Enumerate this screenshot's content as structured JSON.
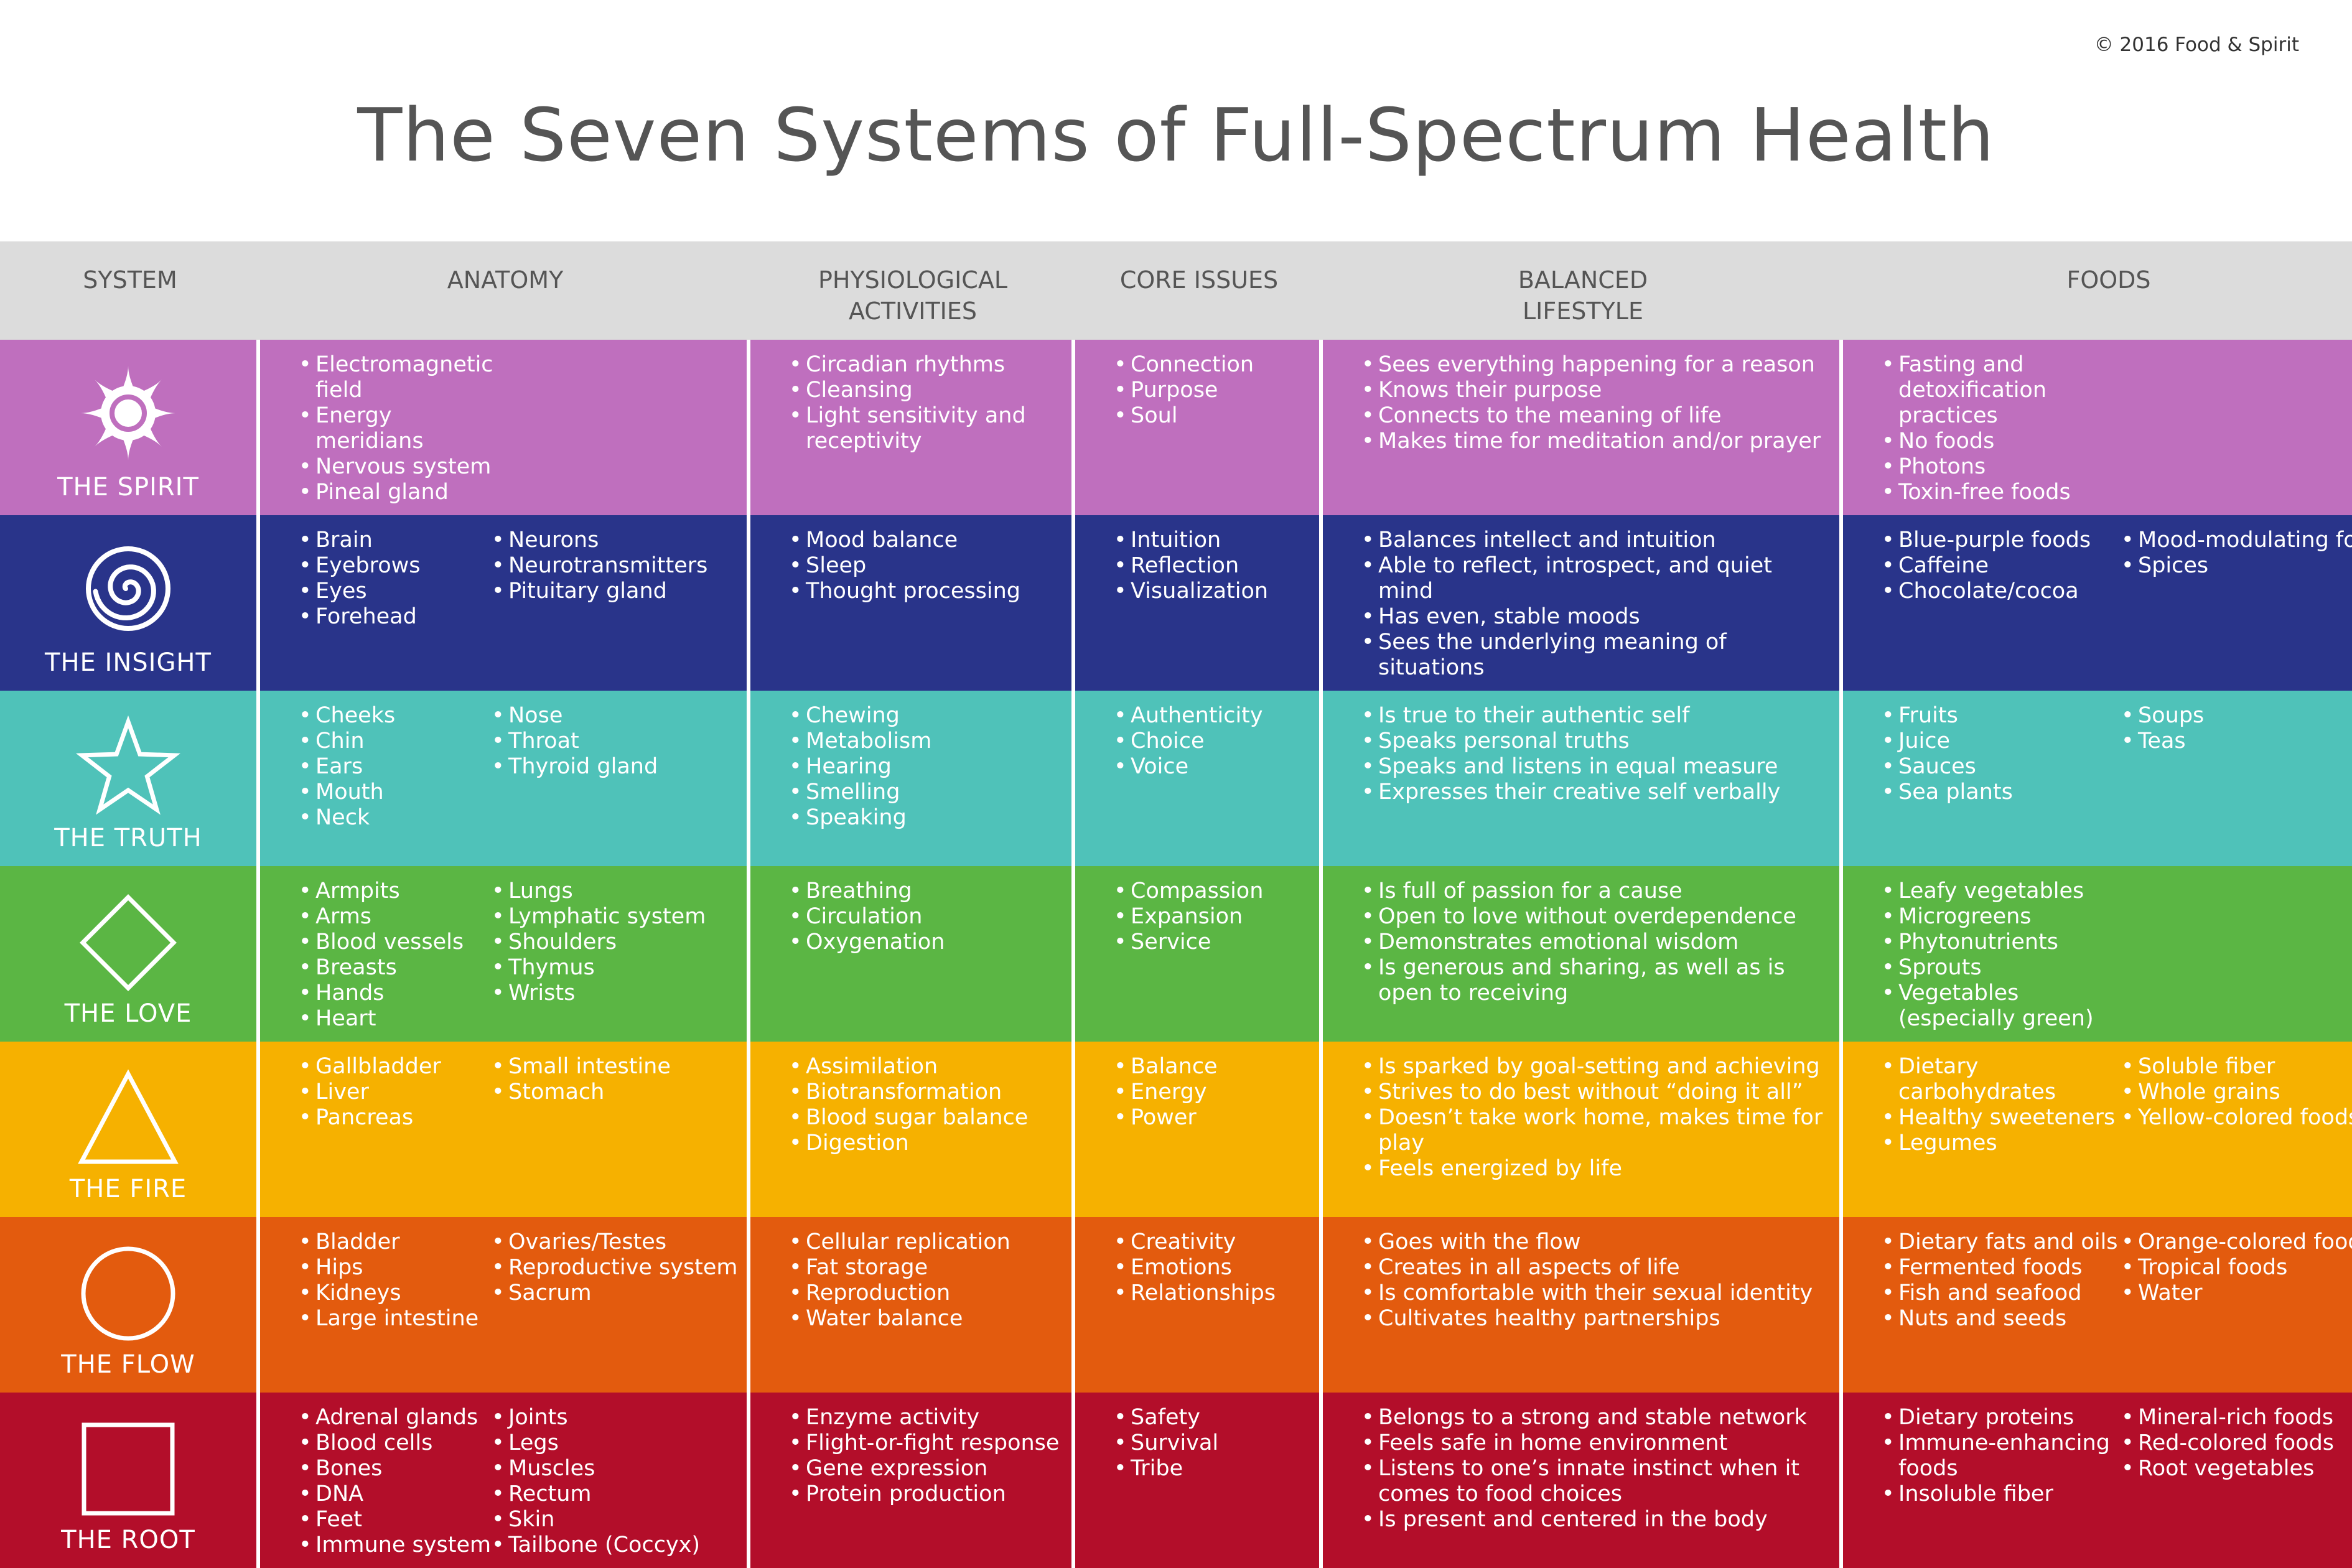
{
  "copyright": "© 2016 Food & Spirit",
  "title": "The Seven Systems of Full-Spectrum Health",
  "headers": [
    "SYSTEM",
    "ANATOMY",
    "PHYSIOLOGICAL\nACTIVITIES",
    "CORE ISSUES",
    "BALANCED\nLIFESTYLE",
    "FOODS"
  ],
  "rows": [
    {
      "name": "THE SPIRIT",
      "icon": "sun-icon",
      "color": "#bf6fbe",
      "anatomy": [
        [
          "Electromagnetic field",
          "Energy meridians",
          "Nervous system",
          "Pineal gland"
        ]
      ],
      "physiological": [
        "Circadian rhythms",
        "Cleansing",
        "Light sensitivity and receptivity"
      ],
      "core": [
        "Connection",
        "Purpose",
        "Soul"
      ],
      "lifestyle": [
        "Sees everything happening for a reason",
        "Knows their purpose",
        "Connects to the meaning of life",
        "Makes time for meditation and/or prayer"
      ],
      "foods": [
        [
          "Fasting and detoxification practices",
          "No foods",
          "Photons",
          "Toxin-free foods"
        ]
      ]
    },
    {
      "name": "THE INSIGHT",
      "icon": "spiral-icon",
      "color": "#29348a",
      "anatomy": [
        [
          "Brain",
          "Eyebrows",
          "Eyes",
          "Forehead"
        ],
        [
          "Neurons",
          "Neurotransmitters",
          "Pituitary gland"
        ]
      ],
      "physiological": [
        "Mood balance",
        "Sleep",
        "Thought processing"
      ],
      "core": [
        "Intuition",
        "Reflection",
        "Visualization"
      ],
      "lifestyle": [
        "Balances intellect and intuition",
        "Able to reflect, introspect, and quiet mind",
        "Has even, stable moods",
        "Sees the underlying meaning of situations"
      ],
      "foods": [
        [
          "Blue-purple foods",
          "Caffeine",
          "Chocolate/cocoa"
        ],
        [
          "Mood-modulating foods",
          "Spices"
        ]
      ]
    },
    {
      "name": "THE TRUTH",
      "icon": "star-icon",
      "color": "#4fc2b9",
      "anatomy": [
        [
          "Cheeks",
          "Chin",
          "Ears",
          "Mouth",
          "Neck"
        ],
        [
          "Nose",
          "Throat",
          "Thyroid gland"
        ]
      ],
      "physiological": [
        "Chewing",
        "Metabolism",
        "Hearing",
        "Smelling",
        "Speaking"
      ],
      "core": [
        "Authenticity",
        "Choice",
        "Voice"
      ],
      "lifestyle": [
        "Is true to their authentic self",
        "Speaks personal truths",
        "Speaks and listens in equal measure",
        "Expresses their creative self verbally"
      ],
      "foods": [
        [
          "Fruits",
          "Juice",
          "Sauces",
          "Sea plants"
        ],
        [
          "Soups",
          "Teas"
        ]
      ]
    },
    {
      "name": "THE LOVE",
      "icon": "diamond-icon",
      "color": "#5bb644",
      "anatomy": [
        [
          "Armpits",
          "Arms",
          "Blood vessels",
          "Breasts",
          "Hands",
          "Heart"
        ],
        [
          "Lungs",
          "Lymphatic system",
          "Shoulders",
          "Thymus",
          "Wrists"
        ]
      ],
      "physiological": [
        "Breathing",
        "Circulation",
        "Oxygenation"
      ],
      "core": [
        "Compassion",
        "Expansion",
        "Service"
      ],
      "lifestyle": [
        "Is full of passion for a cause",
        "Open to love without overdependence",
        "Demonstrates emotional wisdom",
        "Is generous and sharing, as well as is open to receiving"
      ],
      "foods": [
        [
          "Leafy vegetables",
          "Microgreens",
          "Phytonutrients",
          "Sprouts",
          "Vegetables (especially green)"
        ]
      ]
    },
    {
      "name": "THE FIRE",
      "icon": "triangle-icon",
      "color": "#f6b100",
      "anatomy": [
        [
          "Gallbladder",
          "Liver",
          "Pancreas"
        ],
        [
          "Small intestine",
          "Stomach"
        ]
      ],
      "physiological": [
        "Assimilation",
        "Biotransformation",
        "Blood sugar balance",
        "Digestion"
      ],
      "core": [
        "Balance",
        "Energy",
        "Power"
      ],
      "lifestyle": [
        "Is sparked by goal-setting and achieving",
        "Strives to do best without “doing it all”",
        "Doesn’t take work home, makes time for play",
        "Feels energized by life"
      ],
      "foods": [
        [
          "Dietary carbohydrates",
          "Healthy sweeteners",
          "Legumes"
        ],
        [
          "Soluble fiber",
          "Whole grains",
          "Yellow-colored foods"
        ]
      ]
    },
    {
      "name": "THE FLOW",
      "icon": "circle-icon",
      "color": "#e35b0e",
      "anatomy": [
        [
          "Bladder",
          "Hips",
          "Kidneys",
          "Large intestine"
        ],
        [
          "Ovaries/Testes",
          "Reproductive system",
          "Sacrum"
        ]
      ],
      "physiological": [
        "Cellular replication",
        "Fat storage",
        "Reproduction",
        "Water balance"
      ],
      "core": [
        "Creativity",
        "Emotions",
        "Relationships"
      ],
      "lifestyle": [
        "Goes with the flow",
        "Creates in all aspects of life",
        "Is comfortable with their sexual identity",
        "Cultivates healthy partnerships"
      ],
      "foods": [
        [
          "Dietary fats and oils",
          "Fermented foods",
          "Fish and seafood",
          "Nuts and seeds"
        ],
        [
          "Orange-colored foods",
          "Tropical foods",
          "Water"
        ]
      ]
    },
    {
      "name": "THE ROOT",
      "icon": "square-icon",
      "color": "#b30e2a",
      "anatomy": [
        [
          "Adrenal glands",
          "Blood cells",
          "Bones",
          "DNA",
          "Feet",
          "Immune system"
        ],
        [
          "Joints",
          "Legs",
          "Muscles",
          "Rectum",
          "Skin",
          "Tailbone (Coccyx)"
        ]
      ],
      "physiological": [
        "Enzyme activity",
        "Flight-or-fight response",
        "Gene expression",
        "Protein production"
      ],
      "core": [
        "Safety",
        "Survival",
        "Tribe"
      ],
      "lifestyle": [
        "Belongs to a strong and stable network",
        "Feels safe in home environment",
        "Listens to one’s innate instinct when it comes to food choices",
        "Is present and centered in the body"
      ],
      "foods": [
        [
          "Dietary proteins",
          "Immune-enhancing foods",
          "Insoluble fiber"
        ],
        [
          "Mineral-rich foods",
          "Red-colored foods",
          "Root vegetables"
        ]
      ]
    }
  ]
}
